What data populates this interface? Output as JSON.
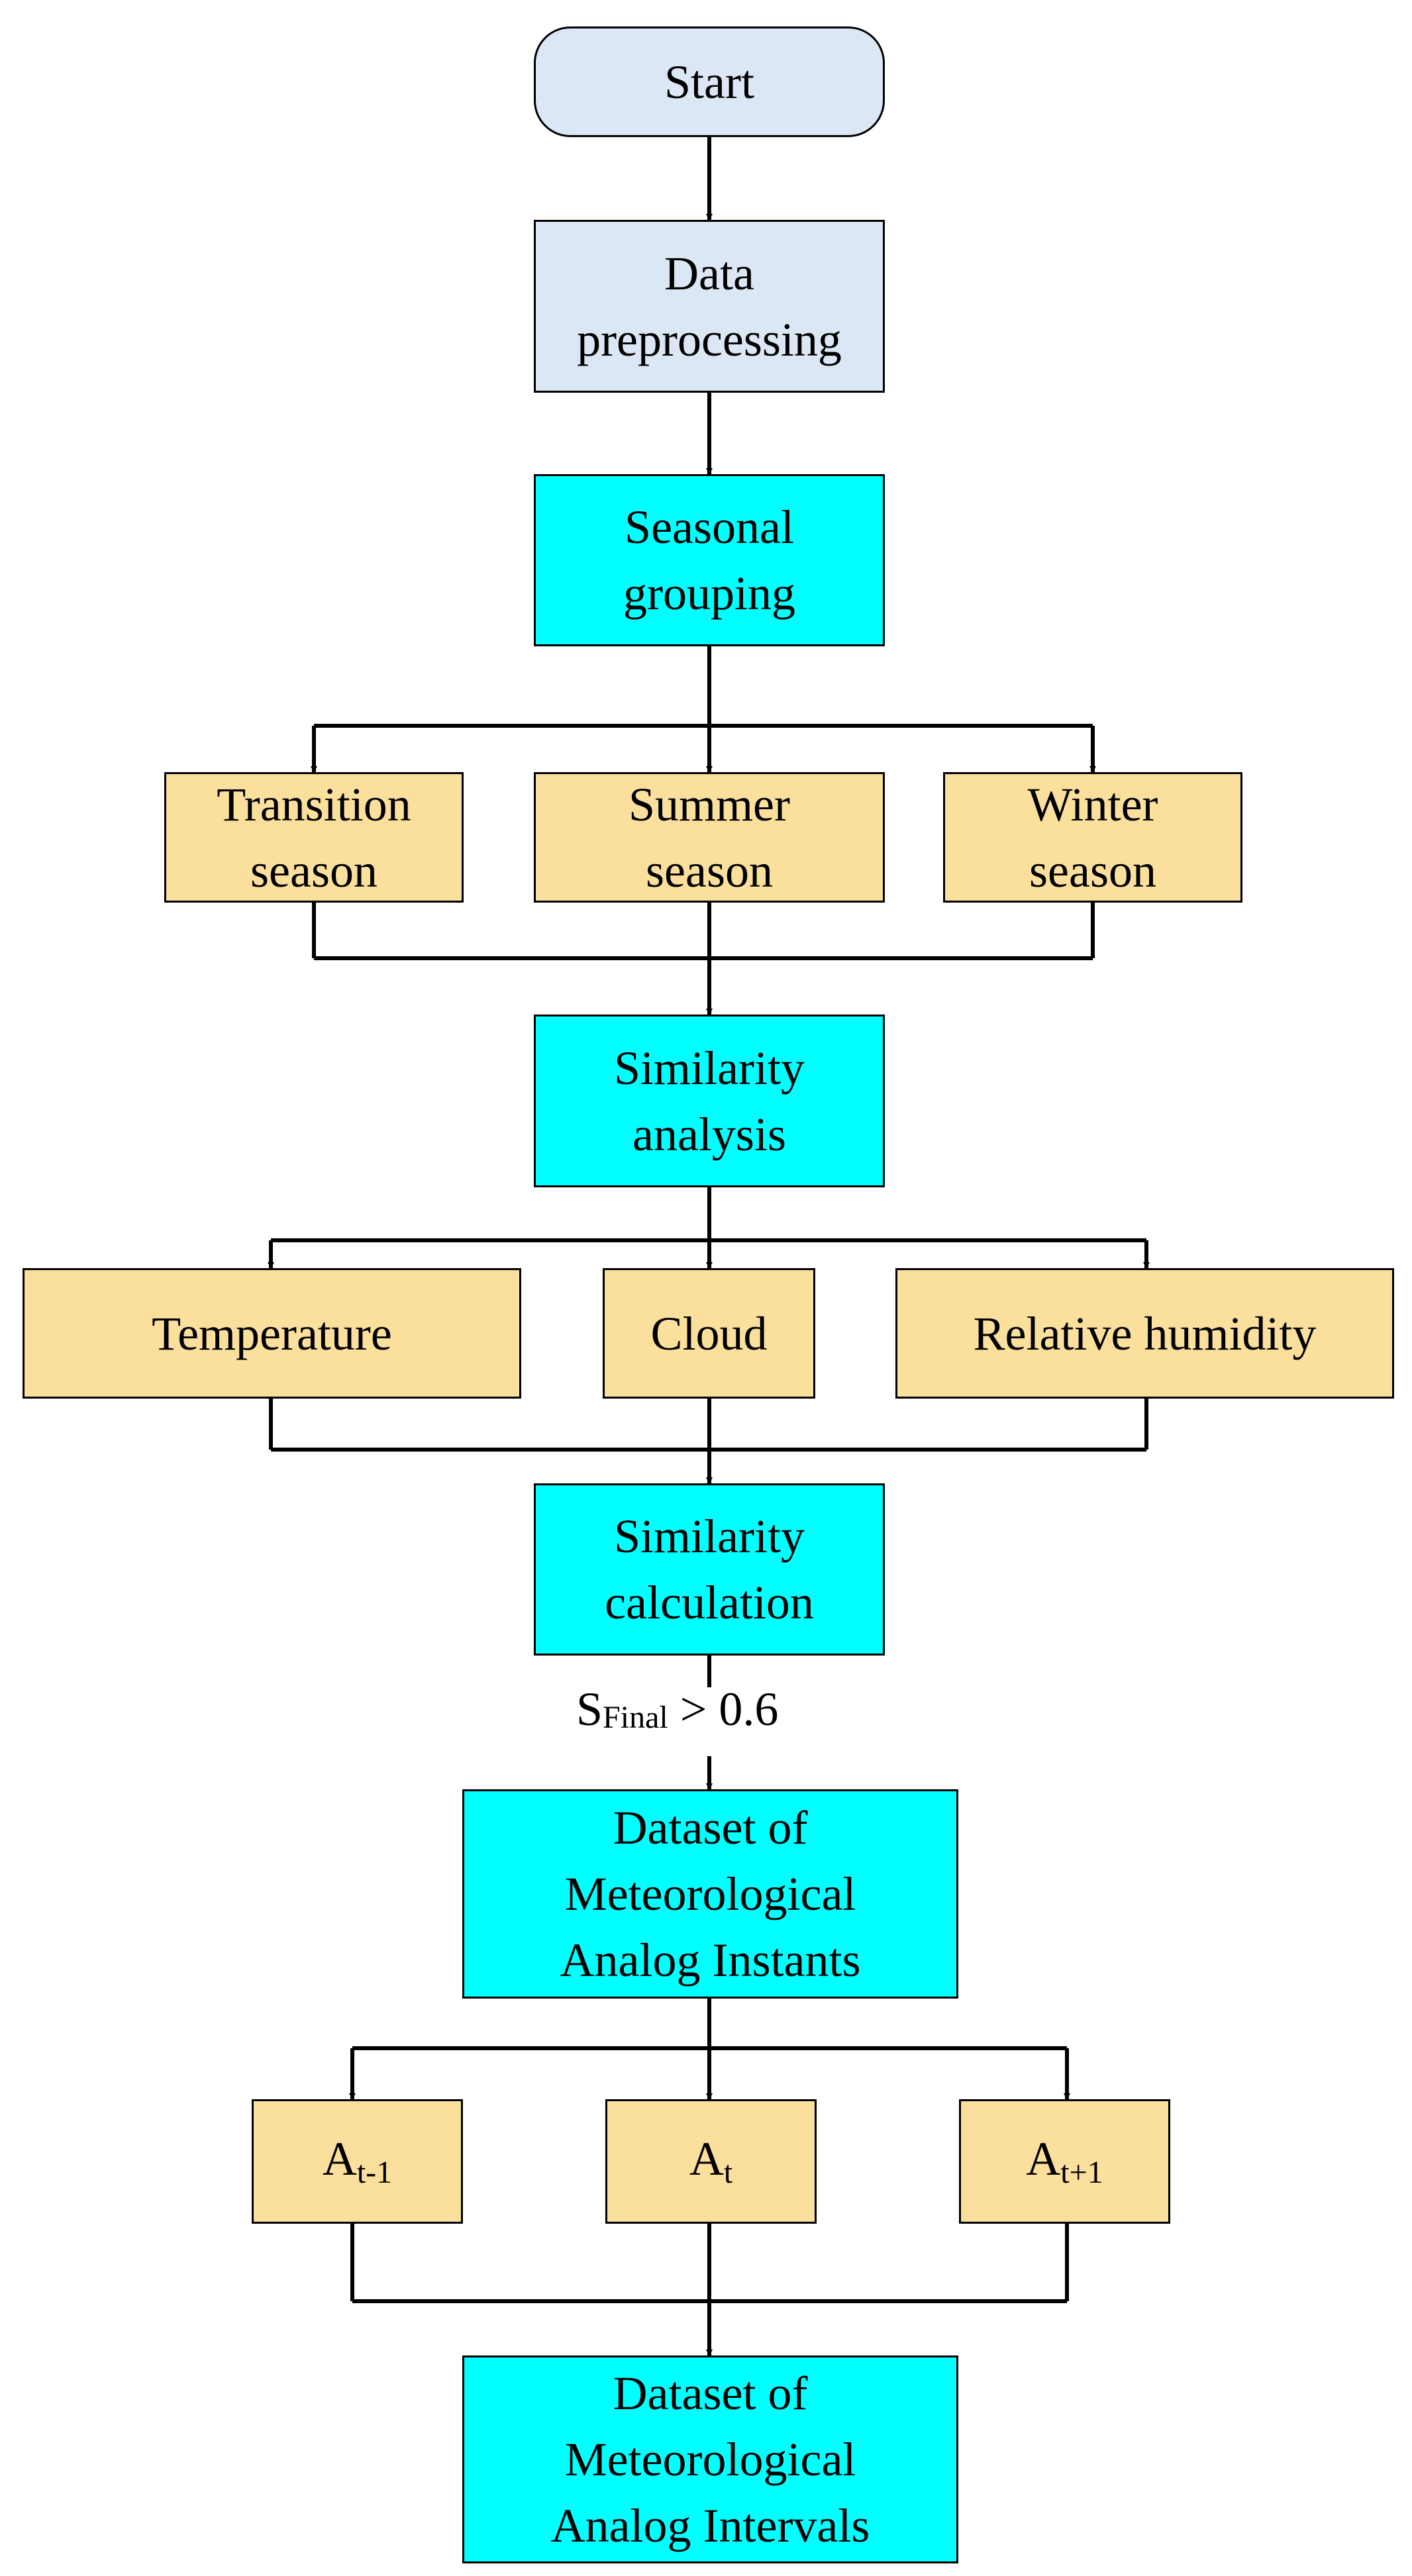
{
  "diagram": {
    "start": "Start",
    "preprocessing": [
      "Data",
      "preprocessing"
    ],
    "grouping": [
      "Seasonal",
      "grouping"
    ],
    "seasons": {
      "transition": [
        "Transition",
        "season"
      ],
      "summer": [
        "Summer",
        "season"
      ],
      "winter": [
        "Winter",
        "season"
      ]
    },
    "similarity_analysis": [
      "Similarity",
      "analysis"
    ],
    "factors": {
      "temperature": "Temperature",
      "cloud": "Cloud",
      "humidity": "Relative humidity"
    },
    "similarity_calculation": [
      "Similarity",
      "calculation"
    ],
    "condition": {
      "symbol": "S",
      "subscript": "Final",
      "relation": " > 0.6"
    },
    "instants_dataset": [
      "Dataset of",
      "Meteorological",
      "Analog Instants"
    ],
    "instants": {
      "prev": {
        "symbol": "A",
        "subscript": "t-1"
      },
      "curr": {
        "symbol": "A",
        "subscript": "t"
      },
      "next": {
        "symbol": "A",
        "subscript": "t+1"
      }
    },
    "intervals_dataset": [
      "Dataset of",
      "Meteorological",
      "Analog Intervals"
    ]
  },
  "colors": {
    "start_fill": "#dbe7f4",
    "process_fill": "#00ffff",
    "item_fill": "#fbdf9d",
    "line": "#000000"
  }
}
